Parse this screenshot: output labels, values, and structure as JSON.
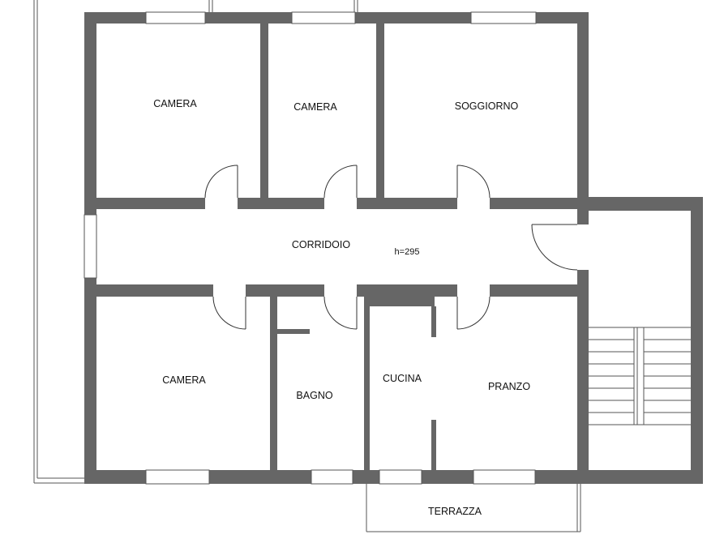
{
  "rooms": {
    "camera_nw": "CAMERA",
    "camera_n": "CAMERA",
    "soggiorno": "SOGGIORNO",
    "corridoio": "CORRIDOIO",
    "height": "h=295",
    "camera_sw": "CAMERA",
    "bagno": "BAGNO",
    "cucina": "CUCINA",
    "pranzo": "PRANZO",
    "terrazza": "TERRAZZA"
  },
  "colors": {
    "wall": "#666666",
    "line": "#555555"
  }
}
